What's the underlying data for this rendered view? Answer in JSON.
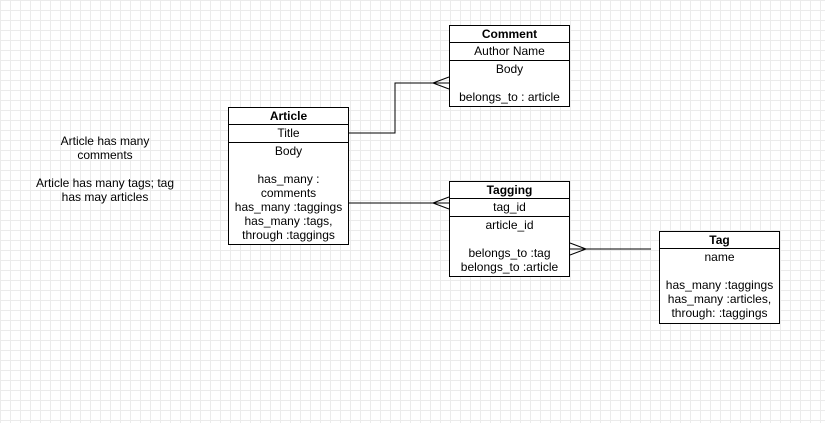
{
  "notes": {
    "line1": "Article has many",
    "line2": "comments",
    "line3": "Article has many tags; tag",
    "line4": "has may articles"
  },
  "comment": {
    "title": "Comment",
    "field": "Author Name",
    "body": [
      "Body",
      "",
      "belongs_to : article"
    ]
  },
  "article": {
    "title": "Article",
    "field": "Title",
    "body": [
      "Body",
      "",
      "has_many :",
      "comments",
      "has_many :taggings",
      "has_many :tags,",
      "through :taggings"
    ]
  },
  "tagging": {
    "title": "Tagging",
    "field": "tag_id",
    "body": [
      "article_id",
      "",
      "belongs_to :tag",
      "belongs_to :article"
    ]
  },
  "tag": {
    "title": "Tag",
    "body": [
      "name",
      "",
      "has_many :taggings",
      "has_many :articles,",
      "through: :taggings"
    ]
  },
  "colors": {
    "background": "#ffffff",
    "grid": "#ebebeb",
    "line": "#000000"
  }
}
